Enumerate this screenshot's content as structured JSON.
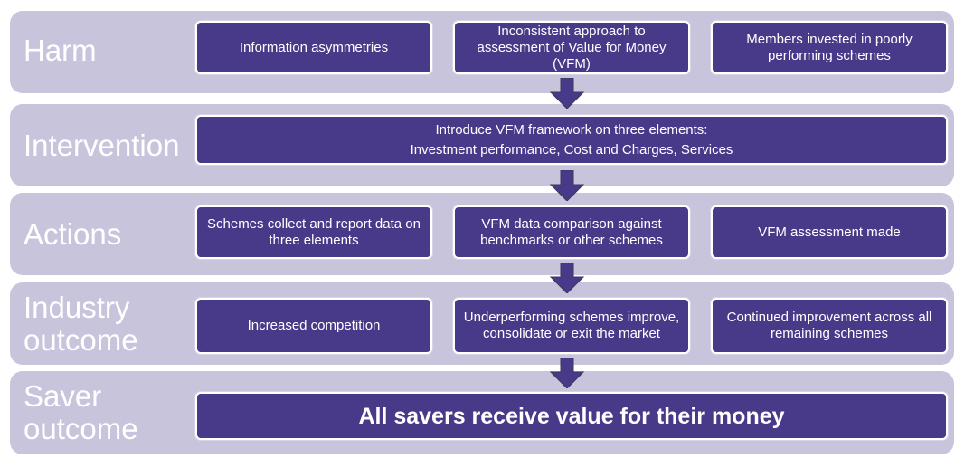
{
  "colors": {
    "band": "#c8c4dc",
    "box": "#483a88",
    "arrow": "#483a88",
    "label": "#ffffff"
  },
  "rows": [
    {
      "label": "Harm",
      "boxes": [
        "Information asymmetries",
        "Inconsistent approach to assessment of Value for Money (VFM)",
        "Members invested in poorly performing schemes"
      ]
    },
    {
      "label": "Intervention",
      "line1": "Introduce VFM framework on three elements:",
      "line2": "Investment performance, Cost and Charges, Services"
    },
    {
      "label": "Actions",
      "boxes": [
        "Schemes collect and report data on three elements",
        "VFM data comparison against benchmarks or other schemes",
        "VFM assessment made"
      ]
    },
    {
      "label_line1": "Industry",
      "label_line2": "outcome",
      "boxes": [
        "Increased competition",
        "Underperforming schemes improve, consolidate or exit the market",
        "Continued improvement across all remaining schemes"
      ]
    },
    {
      "label_line1": "Saver",
      "label_line2": "outcome",
      "box": "All savers receive value for their money"
    }
  ],
  "arrows": [
    "down-arrow",
    "down-arrow",
    "down-arrow",
    "down-arrow"
  ]
}
